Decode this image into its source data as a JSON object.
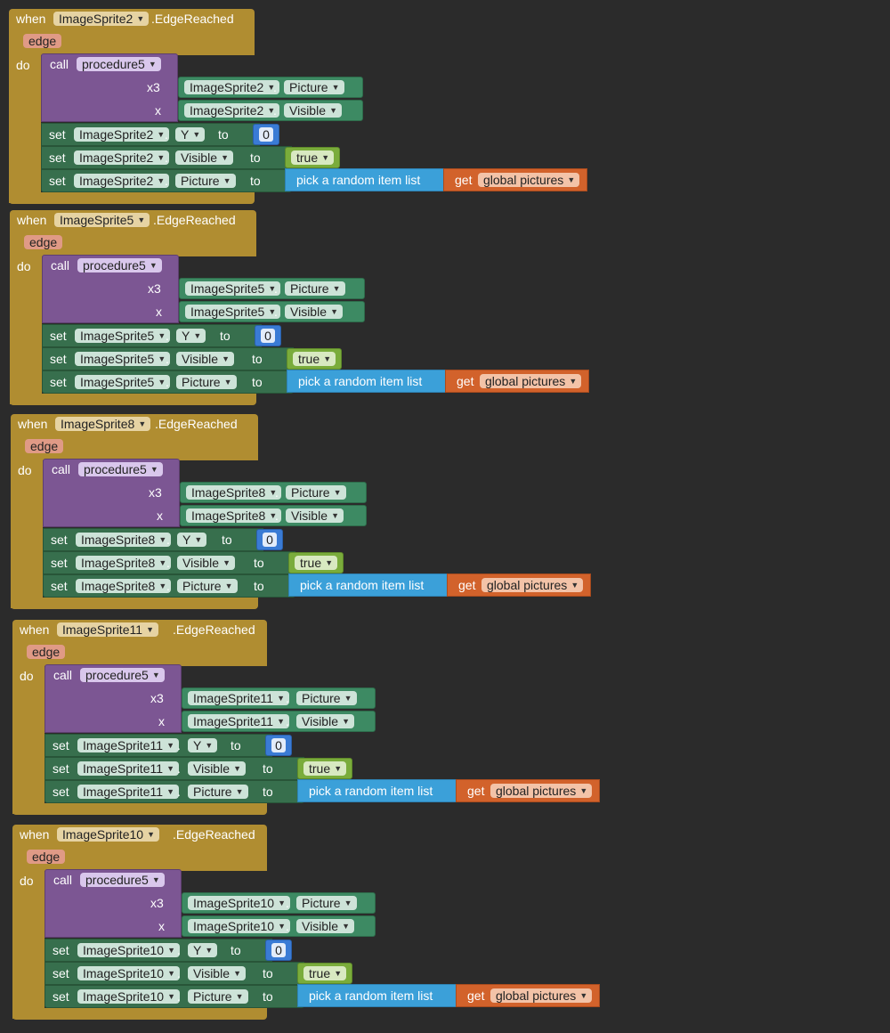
{
  "labels": {
    "when": "when",
    "event": ".EdgeReached",
    "edge": "edge",
    "do": "do",
    "call": "call",
    "procedure": "procedure5",
    "arg1": "x3",
    "arg2": "x",
    "set": "set",
    "to": "to",
    "dot": ".",
    "prop_picture": "Picture",
    "prop_visible": "Visible",
    "prop_y": "Y",
    "zero": "0",
    "true": "true",
    "pick": "pick a random item  list",
    "get": "get",
    "global": "global pictures"
  },
  "events": [
    {
      "sprite": "ImageSprite2"
    },
    {
      "sprite": "ImageSprite5"
    },
    {
      "sprite": "ImageSprite8"
    },
    {
      "sprite": "ImageSprite11"
    },
    {
      "sprite": "ImageSprite10"
    }
  ],
  "icons": {
    "dropdown": "▼"
  },
  "colors": {
    "event": "#b08d31",
    "procedure": "#7c5693",
    "setter": "#376f4d",
    "getter": "#3d8a63",
    "math": "#3a7bd5",
    "logic": "#7aac3b",
    "list": "#3ba0d9",
    "variable": "#d2622b",
    "background": "#2b2b2b"
  }
}
